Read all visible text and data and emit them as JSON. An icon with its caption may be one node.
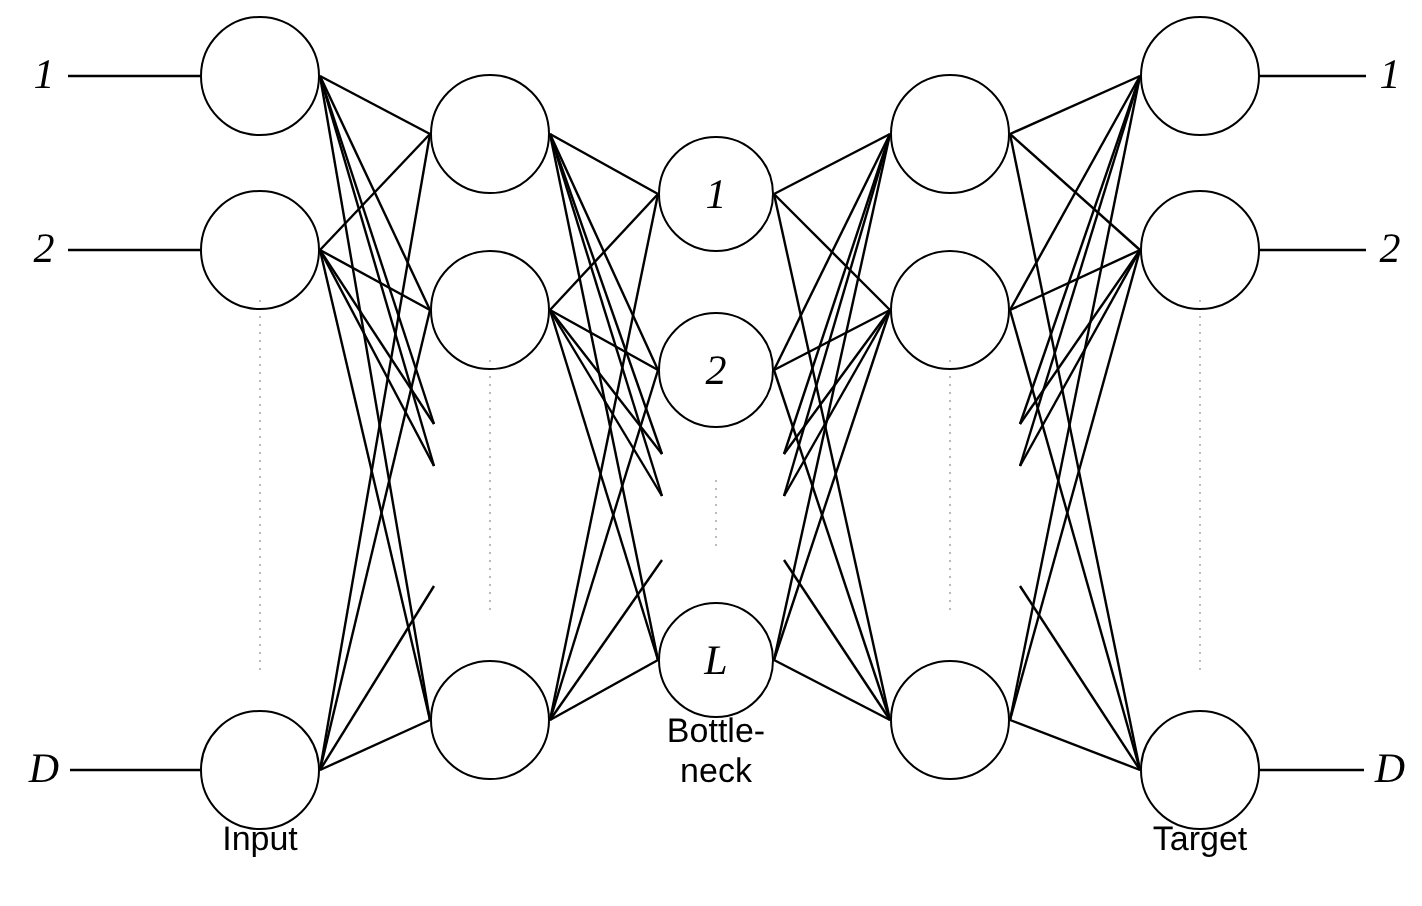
{
  "diagram": {
    "nodes": [
      {
        "text": [
          "1"
        ]
      },
      {
        "text": [
          "2"
        ]
      },
      {
        "text": [
          "D"
        ]
      },
      {
        "text": [],
        "shape": "circle"
      },
      {
        "text": [],
        "shape": "circle"
      },
      {
        "text": [],
        "shape": "circle"
      },
      {
        "text": [],
        "shape": "circle"
      },
      {
        "text": [],
        "shape": "circle"
      },
      {
        "text": [],
        "shape": "circle"
      },
      {
        "text": [
          "1"
        ]
      },
      {
        "text": [
          "2"
        ]
      },
      {
        "text": [
          "L"
        ]
      },
      {
        "text": [],
        "shape": "circle"
      },
      {
        "text": [],
        "shape": "circle"
      },
      {
        "text": [],
        "shape": "circle"
      },
      {
        "text": [],
        "shape": "circle"
      },
      {
        "text": [],
        "shape": "circle"
      },
      {
        "text": [],
        "shape": "circle"
      },
      {
        "text": [
          "1"
        ]
      },
      {
        "text": [
          "2"
        ]
      },
      {
        "text": [
          "D"
        ]
      }
    ],
    "edges": [
      {
        "from": 0,
        "to": 3,
        "arrow": "none"
      },
      {
        "from": 1,
        "to": 4,
        "arrow": "none"
      },
      {
        "from": 2,
        "to": 5,
        "arrow": "none"
      },
      {
        "from": 3,
        "to": 6,
        "arrow": "none"
      },
      {
        "from": 3,
        "to": 7,
        "arrow": "none"
      },
      {
        "from": 3,
        "to": 8,
        "arrow": "none"
      },
      {
        "from": 4,
        "to": 6,
        "arrow": "none"
      },
      {
        "from": 4,
        "to": 7,
        "arrow": "none"
      },
      {
        "from": 4,
        "to": 8,
        "arrow": "none"
      },
      {
        "from": 5,
        "to": 6,
        "arrow": "none"
      },
      {
        "from": 5,
        "to": 7,
        "arrow": "none"
      },
      {
        "from": 5,
        "to": 8,
        "arrow": "none"
      },
      {
        "from": 3,
        "to": null,
        "arrow": "none"
      },
      {
        "from": 3,
        "to": null,
        "arrow": "none"
      },
      {
        "from": 4,
        "to": null,
        "arrow": "none"
      },
      {
        "from": 4,
        "to": null,
        "arrow": "none"
      },
      {
        "from": 5,
        "to": null,
        "arrow": "none"
      },
      {
        "from": 6,
        "to": 9,
        "arrow": "none"
      },
      {
        "from": 6,
        "to": 10,
        "arrow": "none"
      },
      {
        "from": 6,
        "to": 11,
        "arrow": "none"
      },
      {
        "from": 7,
        "to": 9,
        "arrow": "none"
      },
      {
        "from": 7,
        "to": 10,
        "arrow": "none"
      },
      {
        "from": 7,
        "to": 11,
        "arrow": "none"
      },
      {
        "from": 8,
        "to": 9,
        "arrow": "none"
      },
      {
        "from": 8,
        "to": 10,
        "arrow": "none"
      },
      {
        "from": 8,
        "to": 11,
        "arrow": "none"
      },
      {
        "from": 6,
        "to": null,
        "arrow": "none"
      },
      {
        "from": 6,
        "to": null,
        "arrow": "none"
      },
      {
        "from": 7,
        "to": null,
        "arrow": "none"
      },
      {
        "from": 7,
        "to": null,
        "arrow": "none"
      },
      {
        "from": 8,
        "to": null,
        "arrow": "none"
      },
      {
        "from": 9,
        "to": 12,
        "arrow": "none"
      },
      {
        "from": 9,
        "to": 13,
        "arrow": "none"
      },
      {
        "from": 9,
        "to": 14,
        "arrow": "none"
      },
      {
        "from": 10,
        "to": 12,
        "arrow": "none"
      },
      {
        "from": 10,
        "to": 13,
        "arrow": "none"
      },
      {
        "from": 10,
        "to": 14,
        "arrow": "none"
      },
      {
        "from": 11,
        "to": 12,
        "arrow": "none"
      },
      {
        "from": 11,
        "to": 13,
        "arrow": "none"
      },
      {
        "from": 11,
        "to": 14,
        "arrow": "none"
      },
      {
        "from": 12,
        "to": null,
        "arrow": "none"
      },
      {
        "from": 12,
        "to": null,
        "arrow": "none"
      },
      {
        "from": 13,
        "to": null,
        "arrow": "none"
      },
      {
        "from": 13,
        "to": null,
        "arrow": "none"
      },
      {
        "from": 14,
        "to": null,
        "arrow": "none"
      },
      {
        "from": 12,
        "to": 15,
        "arrow": "none"
      },
      {
        "from": 12,
        "to": 16,
        "arrow": "none"
      },
      {
        "from": 12,
        "to": 17,
        "arrow": "none"
      },
      {
        "from": 13,
        "to": 15,
        "arrow": "none"
      },
      {
        "from": 13,
        "to": 16,
        "arrow": "none"
      },
      {
        "from": 13,
        "to": 17,
        "arrow": "none"
      },
      {
        "from": 14,
        "to": 15,
        "arrow": "none"
      },
      {
        "from": 14,
        "to": 16,
        "arrow": "none"
      },
      {
        "from": 14,
        "to": 17,
        "arrow": "none"
      },
      {
        "from": 15,
        "to": null,
        "arrow": "none"
      },
      {
        "from": 15,
        "to": null,
        "arrow": "none"
      },
      {
        "from": 16,
        "to": null,
        "arrow": "none"
      },
      {
        "from": 16,
        "to": null,
        "arrow": "none"
      },
      {
        "from": 17,
        "to": null,
        "arrow": "none"
      },
      {
        "from": 15,
        "to": 18,
        "arrow": "none"
      },
      {
        "from": 16,
        "to": 19,
        "arrow": "none"
      },
      {
        "from": 17,
        "to": 20,
        "arrow": "none"
      }
    ],
    "labels": [
      "Input",
      "Bottle-neck",
      "Target"
    ]
  }
}
